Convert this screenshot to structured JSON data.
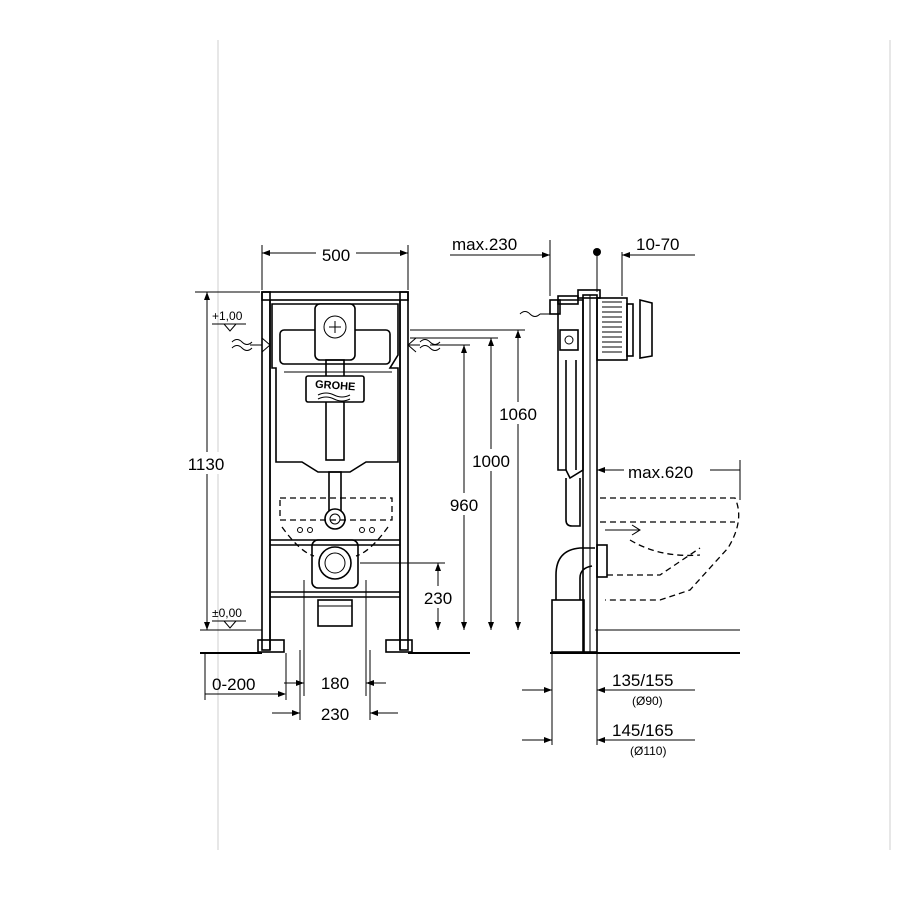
{
  "front_view": {
    "width_label": "500",
    "height_label": "1130",
    "level_top_label": "+1,00",
    "level_floor_label": "±0,00",
    "logo_text": "GROHE",
    "dim_1060": "1060",
    "dim_1000": "1000",
    "dim_960": "960",
    "dim_230_height": "230",
    "dim_0_200": "0-200",
    "dim_180": "180",
    "dim_230_width": "230"
  },
  "side_view": {
    "max_230": "max.230",
    "range_10_70": "10-70",
    "max_620": "max.620",
    "dim_135_155": "135/155",
    "dia_90": "(Ø90)",
    "dim_145_165": "145/165",
    "dia_110": "(Ø110)"
  }
}
